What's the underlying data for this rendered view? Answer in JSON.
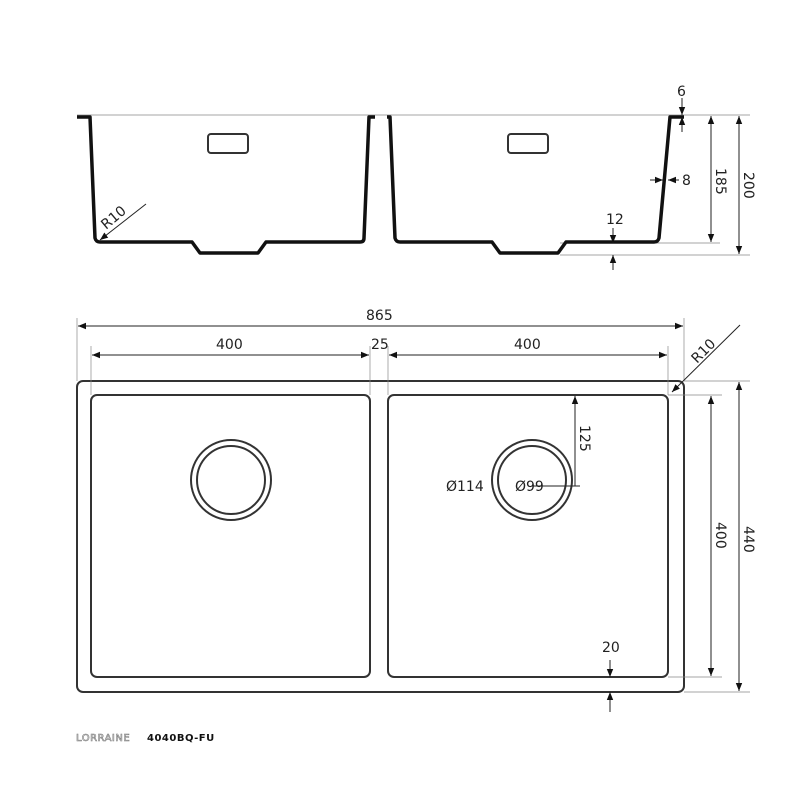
{
  "side_view": {
    "dims": {
      "lip": "6",
      "wall": "8",
      "depth_inner": "185",
      "depth_total": "200",
      "bottom": "12",
      "radius": "R10"
    }
  },
  "plan_view": {
    "dims": {
      "overall_width": "865",
      "bowl_left_width": "400",
      "divider": "25",
      "bowl_right_width": "400",
      "radius": "R10",
      "drain_offset": "125",
      "drain_outer": "Ø114",
      "drain_inner": "Ø99",
      "bowl_depth": "400",
      "overall_depth": "440",
      "rim": "20"
    }
  },
  "logo": {
    "brand": "LORRAINE",
    "model": "4040BQ-FU"
  }
}
